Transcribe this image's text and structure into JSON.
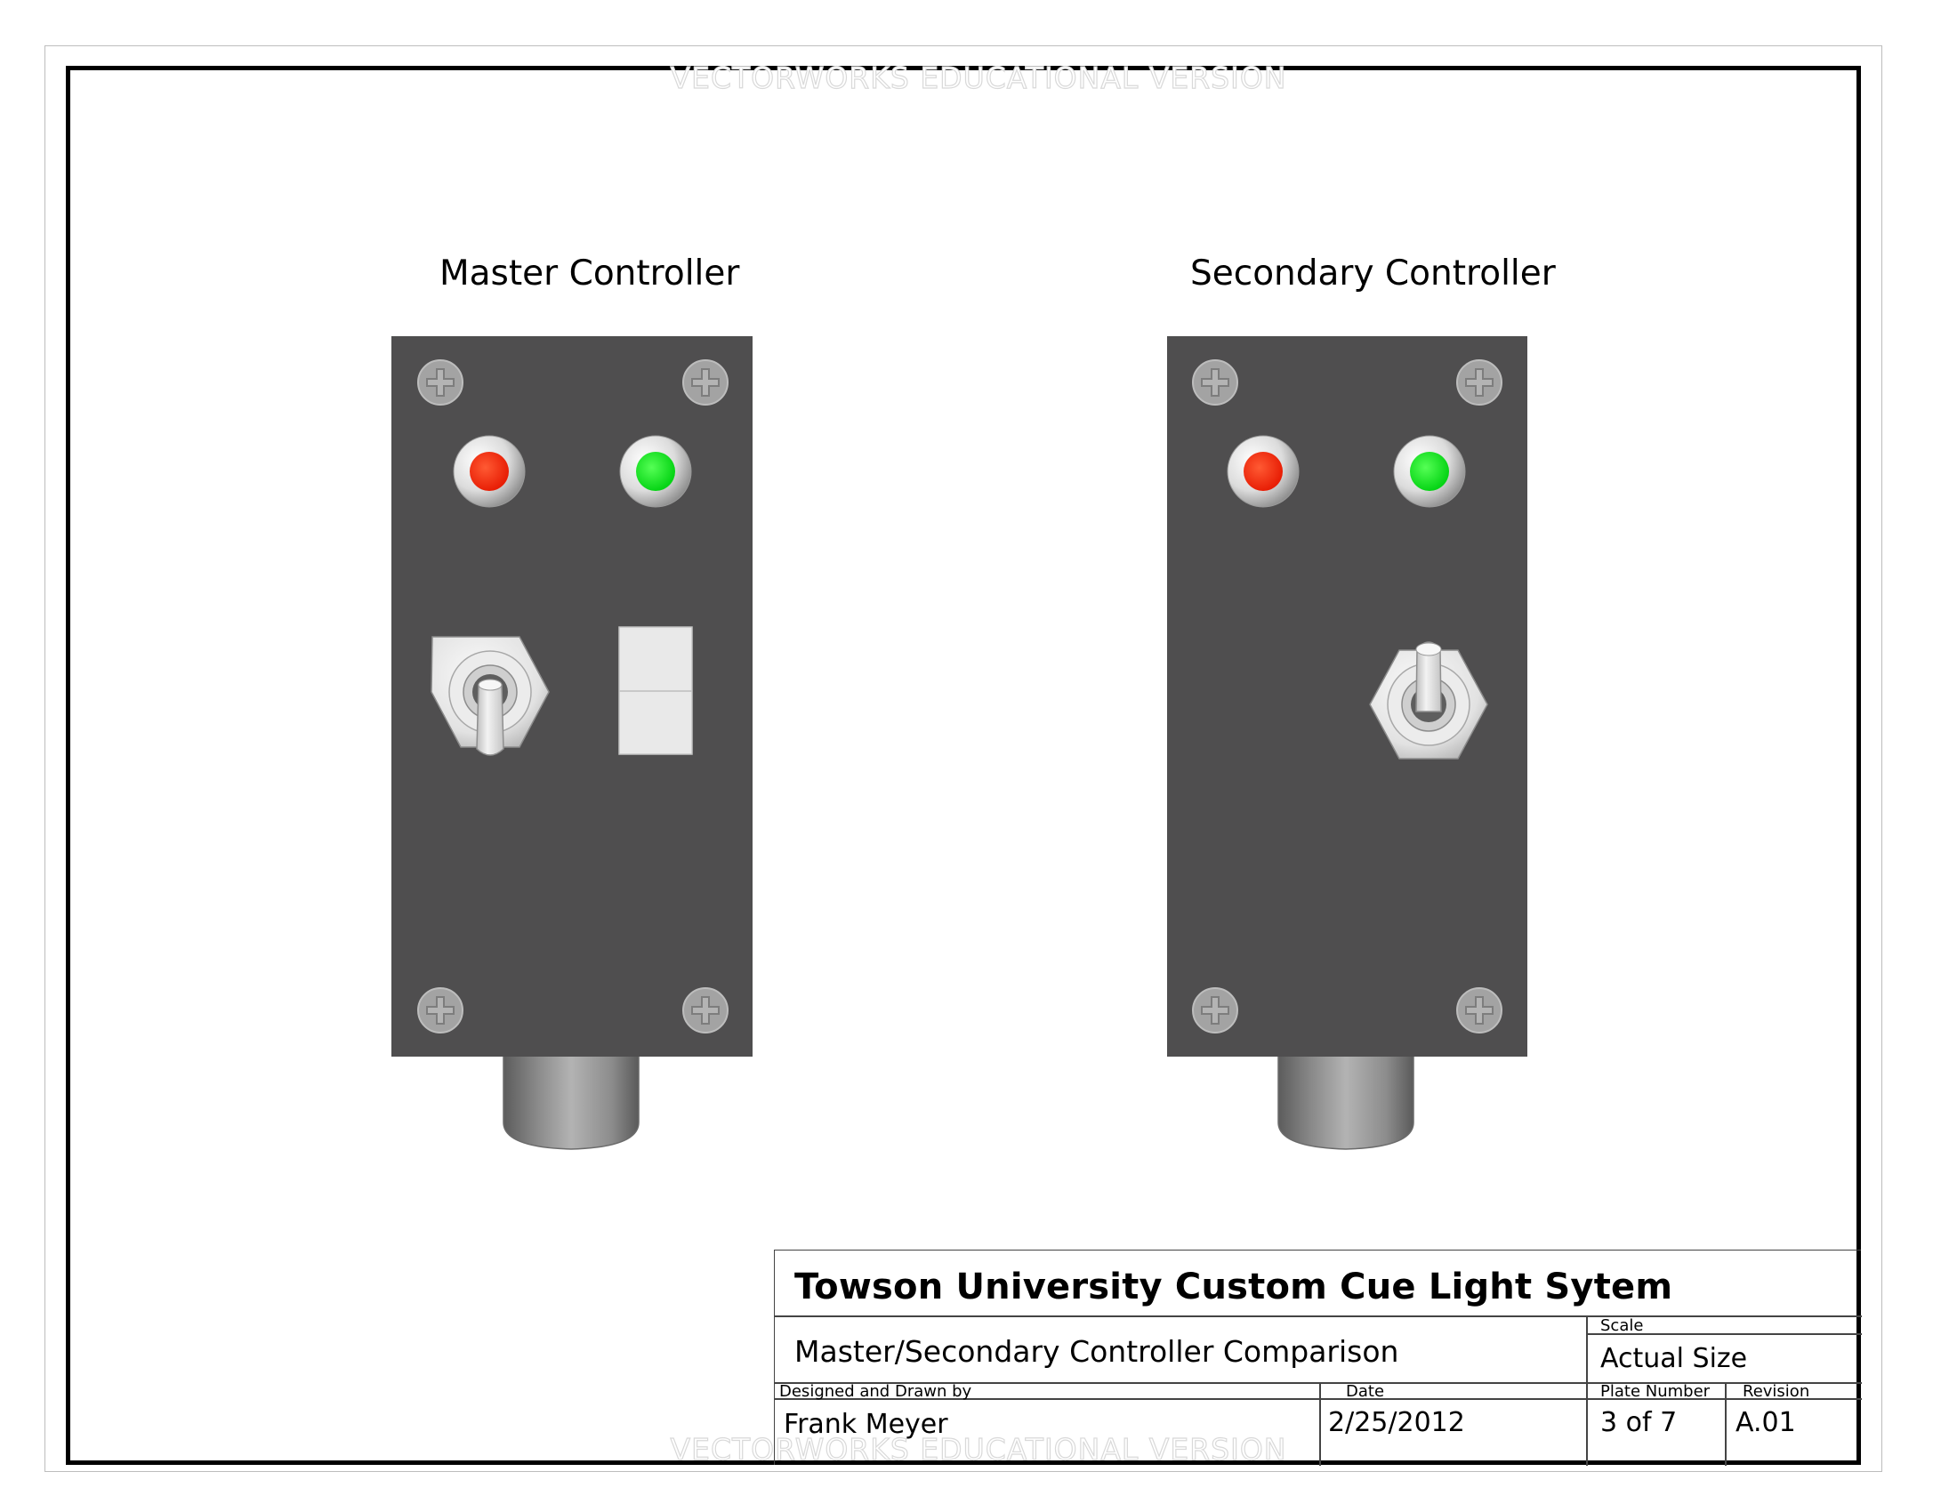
{
  "watermark": "VECTORWORKS EDUCATIONAL VERSION",
  "controllers": [
    {
      "title": "Master Controller",
      "components": [
        "red-indicator-light",
        "green-indicator-light",
        "toggle-switch",
        "rocker-switch",
        "cable-connector"
      ],
      "toggle_position": "down"
    },
    {
      "title": "Secondary Controller",
      "components": [
        "red-indicator-light",
        "green-indicator-light",
        "toggle-switch",
        "cable-connector"
      ],
      "toggle_position": "up"
    }
  ],
  "colors": {
    "panel": "#4f4e4f",
    "red_light": "#ff2a0e",
    "green_light": "#11ee22",
    "screw": "#a3a3a3",
    "connector": "#7a7a7a",
    "switch_body": "#e8e8e8"
  },
  "title_block": {
    "title": "Towson University Custom Cue Light Sytem",
    "subtitle": "Master/Secondary Controller Comparison",
    "scale_label": "Scale",
    "scale_value": "Actual Size",
    "designer_label": "Designed and Drawn by",
    "designer_value": "Frank Meyer",
    "date_label": "Date",
    "date_value": "2/25/2012",
    "plate_label": "Plate Number",
    "plate_value": "3 of 7",
    "revision_label": "Revision",
    "revision_value": "A.01"
  }
}
